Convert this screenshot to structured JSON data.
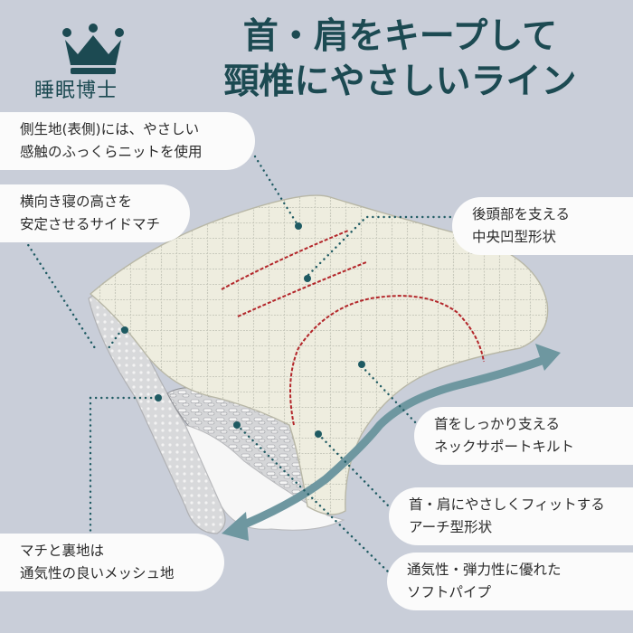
{
  "brand": {
    "name": "睡眠博士",
    "crown_color": "#1c4a52"
  },
  "headline": {
    "line1": "首・肩をキープして",
    "line2": "頸椎にやさしいライン"
  },
  "callouts": {
    "side_fabric": {
      "line1": "側生地(表側)には、やさしい",
      "line2": "感触のふっくらニットを使用"
    },
    "side_gusset": {
      "line1": "横向き寝の高さを",
      "line2": "安定させるサイドマチ"
    },
    "center_hollow": {
      "line1": "後頭部を支える",
      "line2": "中央凹型形状"
    },
    "neck_quilt": {
      "line1": "首をしっかり支える",
      "line2": "ネックサポートキルト"
    },
    "arch_shape": {
      "line1": "首・肩にやさしくフィットする",
      "line2": "アーチ型形状"
    },
    "mesh": {
      "line1": "マチと裏地は",
      "line2": "通気性の良いメッシュ地"
    },
    "pipe": {
      "line1": "通気性・弾力性に優れた",
      "line2": "ソフトパイプ"
    }
  },
  "colors": {
    "background": "#c9ced9",
    "accent": "#1c4a52",
    "arrow": "#6e97a0",
    "quilt_line": "#b3262a",
    "pillow": "#ecebdc"
  }
}
